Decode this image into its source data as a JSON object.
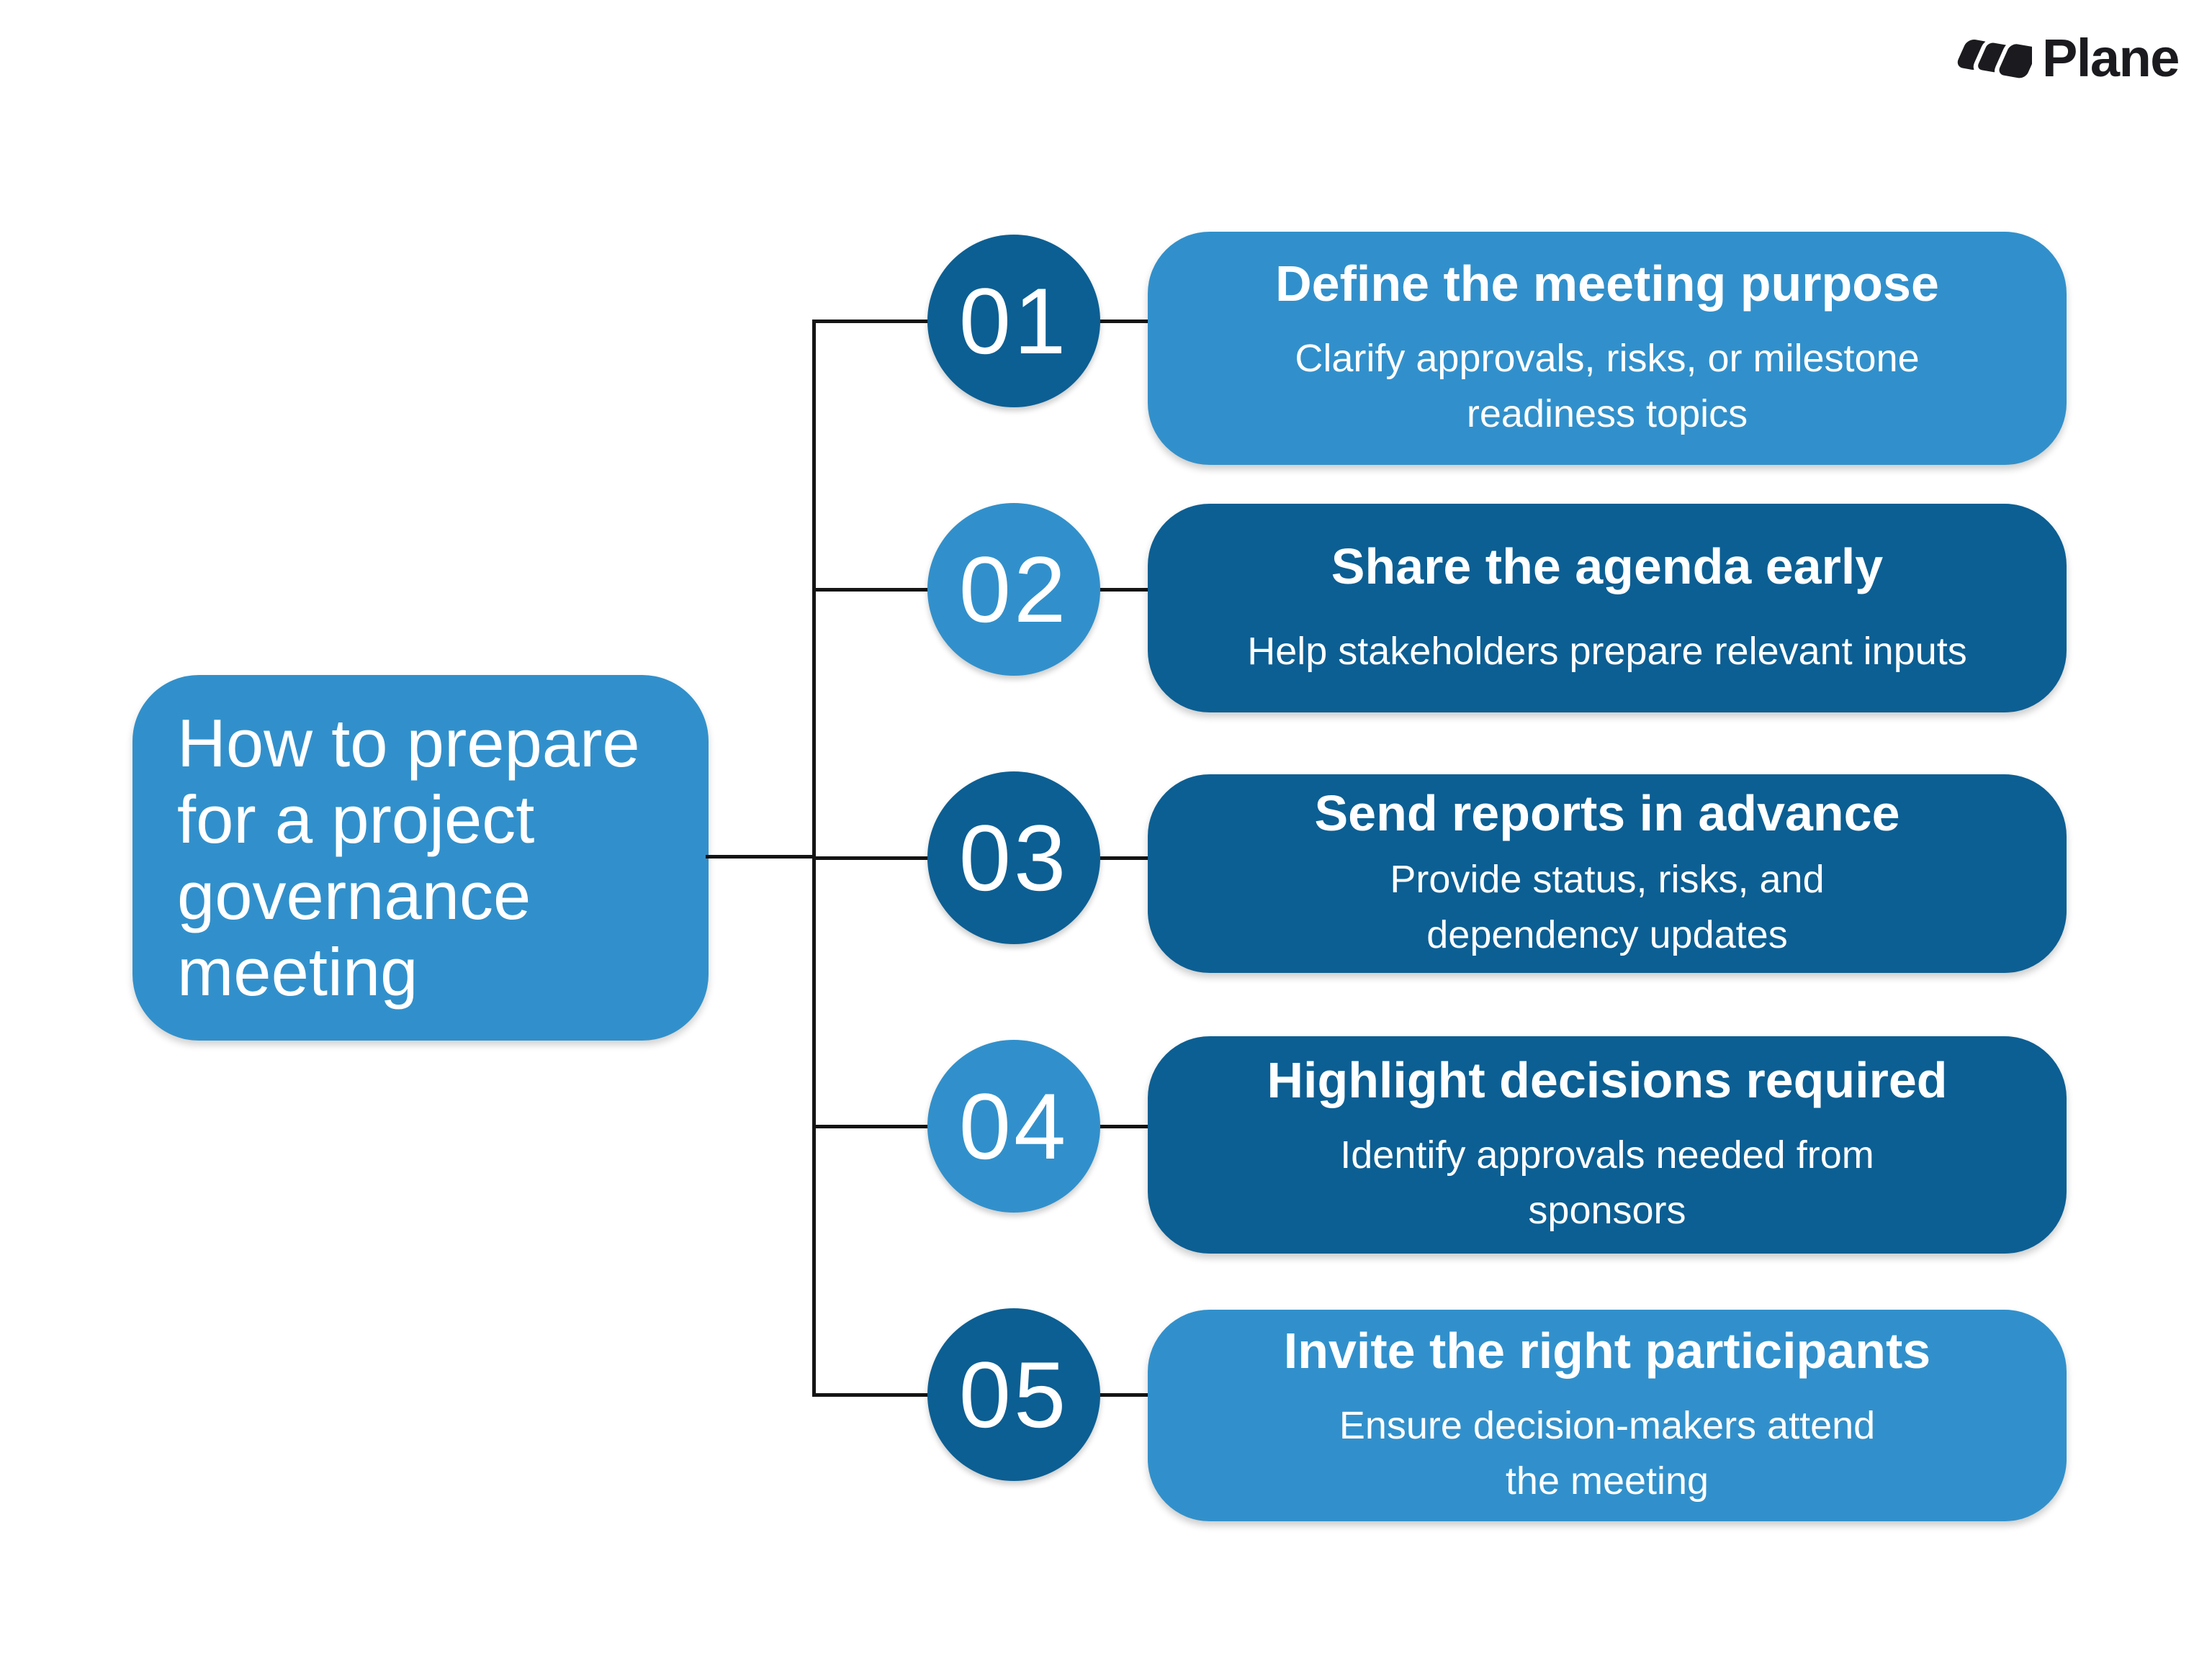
{
  "brand": {
    "name": "Plane"
  },
  "page": {
    "title": "How to prepare\nfor a project\ngovernance\nmeeting"
  },
  "colors": {
    "light_blue": "#3190CB",
    "dark_blue": "#0C5F93",
    "connector": "#141414",
    "logo_text": "#1B1B1F",
    "text": "#FFFFFF"
  },
  "steps": [
    {
      "number": "01",
      "circle_style": "dark",
      "box_style": "light",
      "title": "Define the meeting purpose",
      "description": "Clarify approvals, risks, or milestone\nreadiness topics"
    },
    {
      "number": "02",
      "circle_style": "light",
      "box_style": "dark",
      "title": "Share the agenda early",
      "description": "Help stakeholders prepare relevant inputs"
    },
    {
      "number": "03",
      "circle_style": "dark",
      "box_style": "dark",
      "title": "Send reports in advance",
      "description": "Provide status, risks, and\ndependency updates"
    },
    {
      "number": "04",
      "circle_style": "light",
      "box_style": "dark",
      "title": "Highlight decisions required",
      "description": "Identify approvals needed from\nsponsors"
    },
    {
      "number": "05",
      "circle_style": "dark",
      "box_style": "light",
      "title": "Invite the right participants",
      "description": "Ensure decision-makers attend\nthe meeting"
    }
  ]
}
